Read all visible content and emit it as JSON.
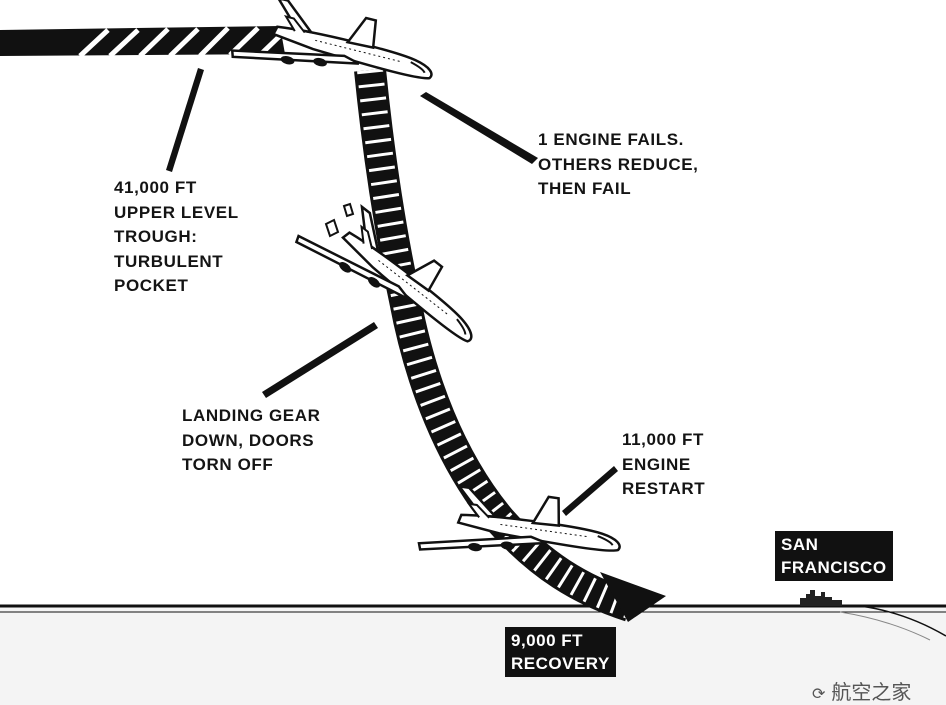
{
  "labels": {
    "trough": [
      "41,000 FT",
      "UPPER LEVEL",
      "TROUGH:",
      "TURBULENT",
      "POCKET"
    ],
    "engine_fail": [
      "1 ENGINE FAILS.",
      "OTHERS REDUCE,",
      "THEN FAIL"
    ],
    "gear": [
      "LANDING GEAR",
      "DOWN, DOORS",
      "TORN OFF"
    ],
    "restart": [
      "11,000 FT",
      "ENGINE",
      "RESTART"
    ]
  },
  "boxes": {
    "san_francisco": [
      "SAN",
      "FRANCISCO"
    ],
    "recovery": [
      "9,000 FT",
      "RECOVERY"
    ]
  },
  "watermark": "航空之家",
  "colors": {
    "ink": "#111111",
    "paper": "#ffffff",
    "ground": "#f4f4f4"
  }
}
